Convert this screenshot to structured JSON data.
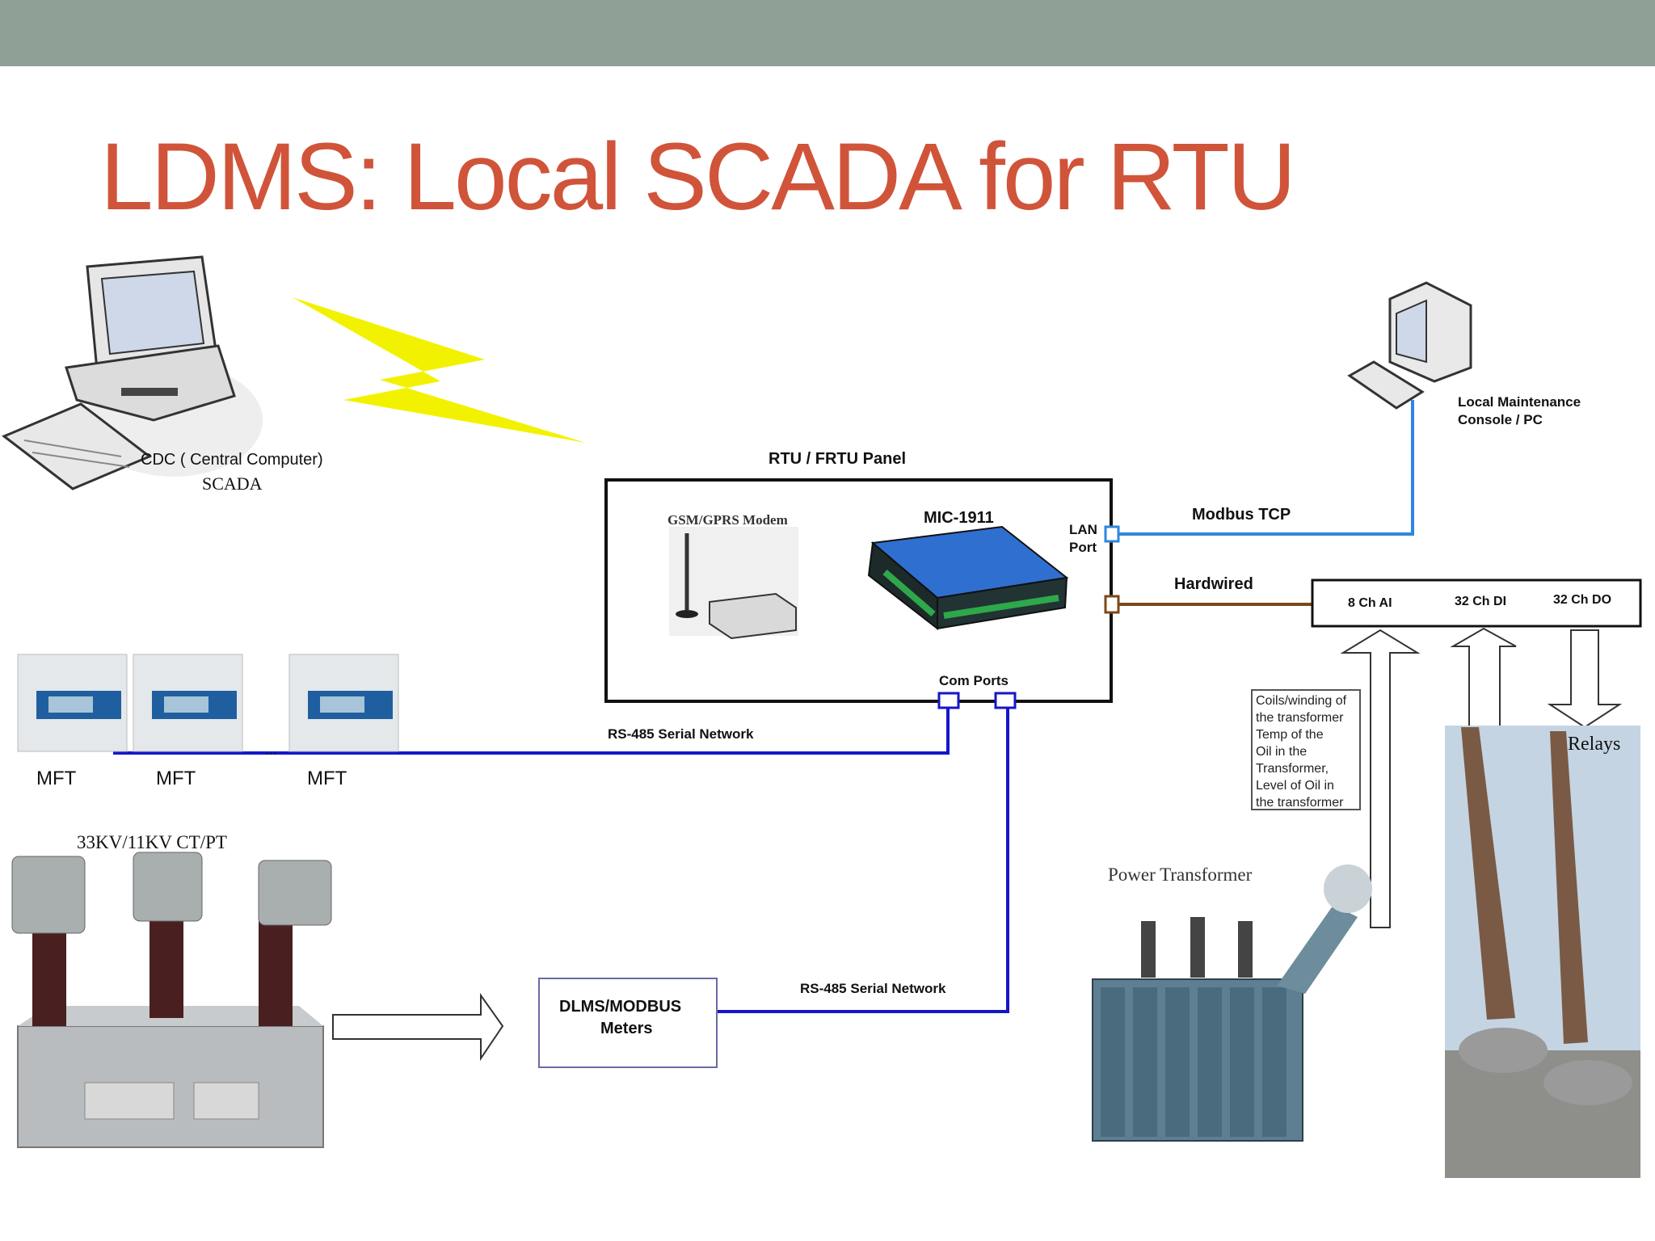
{
  "slide": {
    "title": "LDMS: Local SCADA for RTU"
  },
  "labels": {
    "cdc": "CDC ( Central Computer)",
    "scada": "SCADA",
    "rtu_panel": "RTU / FRTU Panel",
    "gsm_modem": "GSM/GPRS Modem",
    "mic": "MIC-1911",
    "lan_port_1": "LAN",
    "lan_port_2": "Port",
    "modbus_tcp": "Modbus TCP",
    "hardwired": "Hardwired",
    "local_console_1": "Local Maintenance",
    "local_console_2": "Console / PC",
    "ai": "8 Ch AI",
    "di": "32 Ch DI",
    "do": "32 Ch DO",
    "com_ports": "Com Ports",
    "rs485_top": "RS-485 Serial Network",
    "rs485_bottom": "RS-485 Serial Network",
    "mft_1": "MFT",
    "mft_2": "MFT",
    "mft_3": "MFT",
    "ellipsis": "...",
    "ctpt": "33KV/11KV  CT/PT",
    "meters_1": "DLMS/MODBUS",
    "meters_2": "Meters",
    "power_transformer": "Power Transformer",
    "relays": "Relays"
  },
  "note_lines": [
    "Coils/winding of",
    "the transformer",
    "Temp of the",
    "Oil in the",
    "Transformer,",
    "Level of Oil in",
    "the transformer"
  ],
  "colors": {
    "title": "#d0543a",
    "topbar": "#8fa196",
    "lightning": "#f2f200",
    "rs485": "#1616c8",
    "modbus_tcp": "#2e86de",
    "hardwired": "#7a4a1a"
  }
}
